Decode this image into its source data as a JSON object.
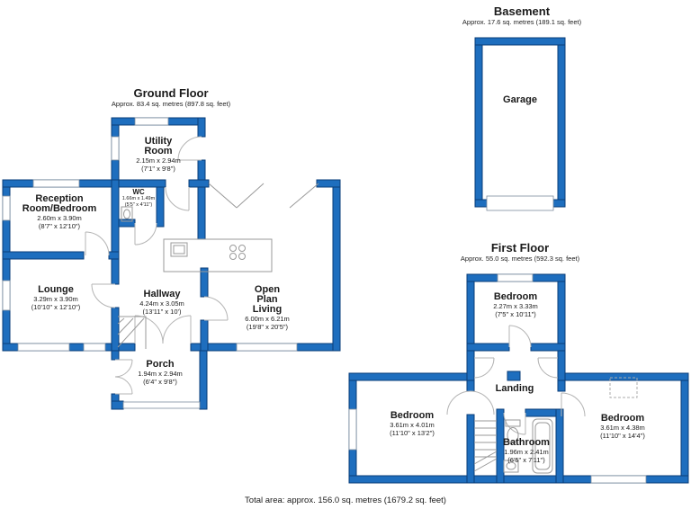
{
  "floors": {
    "ground": {
      "title": "Ground Floor",
      "area": "Approx. 83.4 sq. metres (897.8 sq. feet)",
      "rooms": {
        "utility": {
          "name": "Utility\nRoom",
          "m": "2.15m x 2.94m",
          "ft": "(7'1\" x 9'8\")"
        },
        "wc": {
          "name": "WC",
          "m": "1.66m x 1.49m",
          "ft": "(5'5\" x 4'11\")"
        },
        "reception": {
          "name": "Reception\nRoom/Bedroom",
          "m": "2.60m x 3.90m",
          "ft": "(8'7\" x 12'10\")"
        },
        "lounge": {
          "name": "Lounge",
          "m": "3.29m x 3.90m",
          "ft": "(10'10\" x 12'10\")"
        },
        "hallway": {
          "name": "Hallway",
          "m": "4.24m x 3.05m",
          "ft": "(13'11\" x 10')"
        },
        "open_plan": {
          "name": "Open\nPlan\nLiving",
          "m": "6.00m x 6.21m",
          "ft": "(19'8\" x 20'5\")"
        },
        "porch": {
          "name": "Porch",
          "m": "1.94m x 2.94m",
          "ft": "(6'4\" x 9'8\")"
        }
      }
    },
    "basement": {
      "title": "Basement",
      "area": "Approx. 17.6 sq. metres (189.1 sq. feet)",
      "rooms": {
        "garage": {
          "name": "Garage"
        }
      }
    },
    "first": {
      "title": "First Floor",
      "area": "Approx. 55.0 sq. metres (592.3 sq. feet)",
      "rooms": {
        "bedroom_top": {
          "name": "Bedroom",
          "m": "2.27m x 3.33m",
          "ft": "(7'5\" x 10'11\")"
        },
        "landing": {
          "name": "Landing"
        },
        "bedroom_left": {
          "name": "Bedroom",
          "m": "3.61m x 4.01m",
          "ft": "(11'10\" x 13'2\")"
        },
        "bathroom": {
          "name": "Bathroom",
          "m": "1.96m x 2.41m",
          "ft": "(6'5\" x 7'11\")"
        },
        "bedroom_right": {
          "name": "Bedroom",
          "m": "3.61m x 4.38m",
          "ft": "(11'10\" x 14'4\")"
        }
      }
    }
  },
  "total": "Total area: approx. 156.0 sq. metres (1679.2 sq. feet)",
  "colors": {
    "wall": "#1e6ebe",
    "wall_outline": "#0a3d78",
    "fixture_line": "#9a9a9a",
    "door_arc": "#b4b4b4",
    "text": "#1a1a1a"
  }
}
